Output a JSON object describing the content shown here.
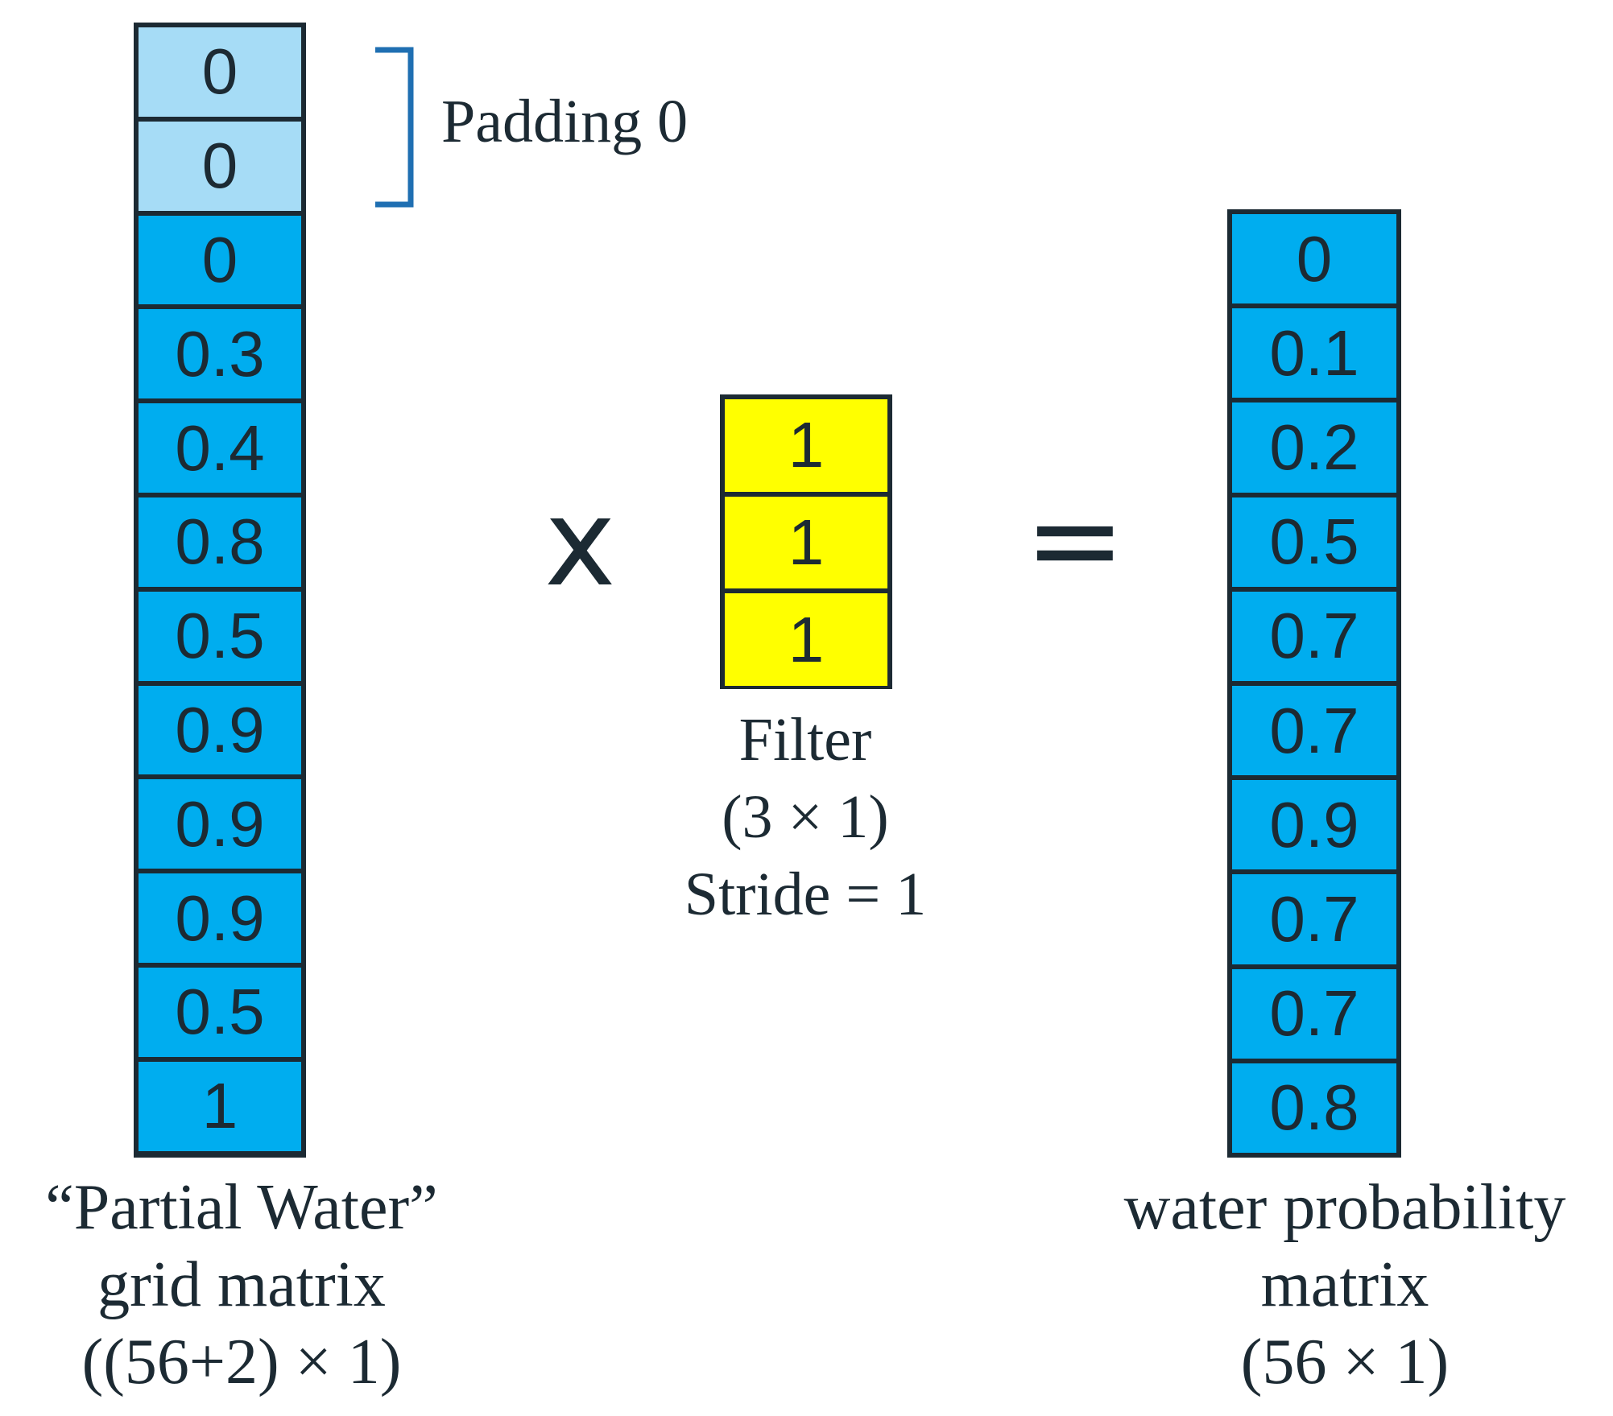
{
  "colors": {
    "padding_cell": "#a6dcf6",
    "grid_cell": "#00adef",
    "filter_cell": "#ffff00",
    "output_cell": "#00adef",
    "border": "#1c2a33",
    "bracket": "#1f6fb2"
  },
  "input_matrix": {
    "padding_values": [
      "0",
      "0"
    ],
    "values": [
      "0",
      "0.3",
      "0.4",
      "0.8",
      "0.5",
      "0.9",
      "0.9",
      "0.9",
      "0.5",
      "1"
    ],
    "caption_line1": "“Partial Water”",
    "caption_line2": "grid matrix",
    "caption_line3": "((56+2) × 1)"
  },
  "padding_label": "Padding 0",
  "multiply_sign": "x",
  "filter": {
    "values": [
      "1",
      "1",
      "1"
    ],
    "label": "Filter",
    "size": "(3 × 1)",
    "stride": "Stride = 1"
  },
  "equals_sign": "=",
  "output_matrix": {
    "values": [
      "0",
      "0.1",
      "0.2",
      "0.5",
      "0.7",
      "0.7",
      "0.9",
      "0.7",
      "0.7",
      "0.8"
    ],
    "caption_line1": "water probability",
    "caption_line2": "matrix",
    "caption_line3": "(56 × 1)"
  }
}
